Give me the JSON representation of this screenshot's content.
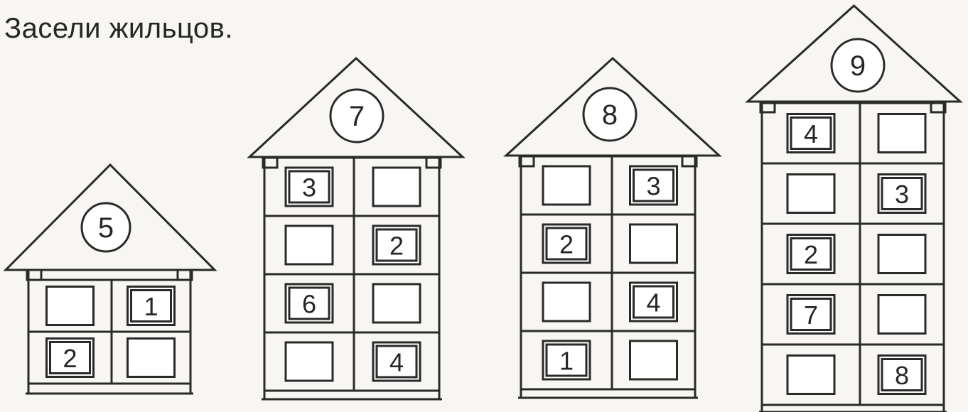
{
  "title": "Засели жильцов.",
  "houses": [
    {
      "total": "5",
      "rows": [
        {
          "left": "",
          "right": "1"
        },
        {
          "left": "2",
          "right": ""
        }
      ]
    },
    {
      "total": "7",
      "rows": [
        {
          "left": "3",
          "right": ""
        },
        {
          "left": "",
          "right": "2"
        },
        {
          "left": "6",
          "right": ""
        },
        {
          "left": "",
          "right": "4"
        }
      ]
    },
    {
      "total": "8",
      "rows": [
        {
          "left": "",
          "right": "3"
        },
        {
          "left": "2",
          "right": ""
        },
        {
          "left": "",
          "right": "4"
        },
        {
          "left": "1",
          "right": ""
        }
      ]
    },
    {
      "total": "9",
      "rows": [
        {
          "left": "4",
          "right": ""
        },
        {
          "left": "",
          "right": "3"
        },
        {
          "left": "2",
          "right": ""
        },
        {
          "left": "7",
          "right": ""
        },
        {
          "left": "",
          "right": "8"
        }
      ]
    }
  ]
}
